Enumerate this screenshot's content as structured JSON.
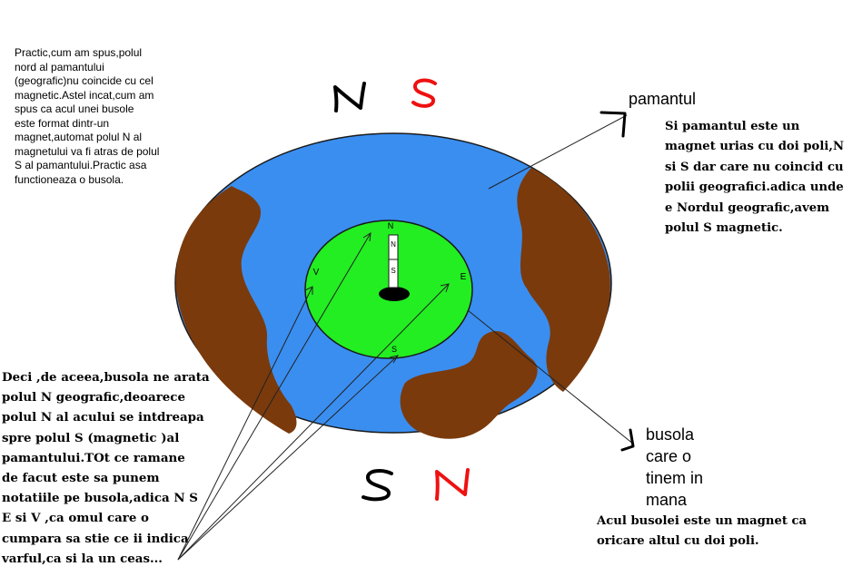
{
  "notes": {
    "top_left": "Practic,cum am spus,polul\nnord al pamantului\n(geografic)nu coincide cu cel\nmagnetic.Astel incat,cum am\nspus ca acul unei busole\neste format dintr-un\nmagnet,automat polul N al\nmagnetului va fi atras de polul\nS al pamantului.Practic asa\nfunctioneaza o busola.",
    "right": "Si pamantul este un\nmagnet urias cu doi poli,N\nsi S dar care nu coincid cu\npolii geografici.adica unde\ne Nordul geografic,avem\npolul S magnetic.",
    "bottom_left": "Deci ,de aceea,busola ne arata\npolul N geografic,deoarece\npolul N al acului se intdreapa\nspre polul S (magnetic )al\npamantului.TOt ce ramane\nde facut este sa punem\nnotatiile pe busola,adica N S\nE si V ,ca omul care o\ncumpara sa stie ce ii indica\nvarful,ca si la un ceas...",
    "bottom_right": "Acul busolei este un magnet ca\noricare altul cu doi poli."
  },
  "labels": {
    "earth": "pamantul",
    "compass": "busola\ncare o\ntinem in\nmana"
  },
  "poles": {
    "top_geo": "N",
    "top_mag": "S",
    "bottom_geo": "S",
    "bottom_mag": "N"
  },
  "compass": {
    "north": "N",
    "south": "S",
    "east": "E",
    "west": "V"
  },
  "needle": {
    "top": "N",
    "bottom": "S"
  },
  "colors": {
    "ocean": "#3a8ef0",
    "land": "#7a3a0c",
    "compass": "#22ee22",
    "pole_red": "#ee1111"
  }
}
